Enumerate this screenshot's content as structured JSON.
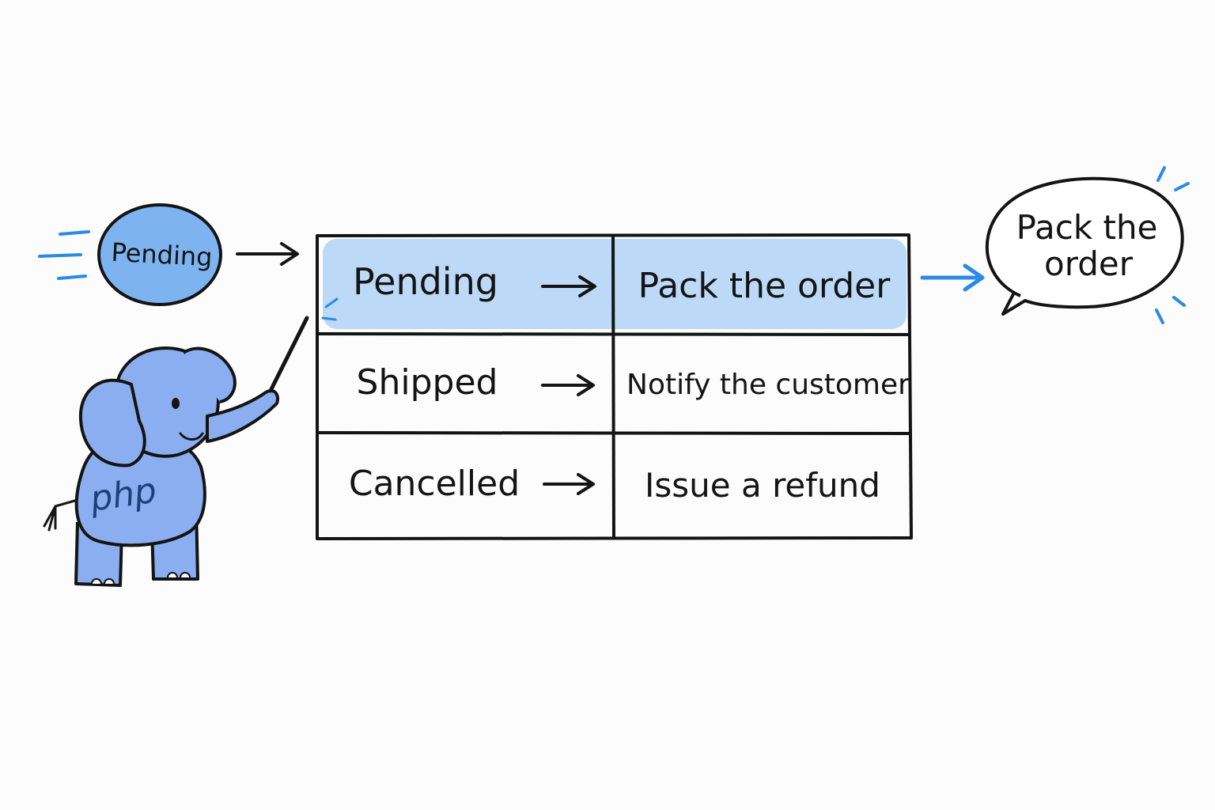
{
  "input": {
    "label": "Pending"
  },
  "mascot": {
    "label": "php"
  },
  "table": {
    "rows": [
      {
        "state": "Pending",
        "action": "Pack the order",
        "highlighted": true
      },
      {
        "state": "Shipped",
        "action": "Notify the customer",
        "highlighted": false
      },
      {
        "state": "Cancelled",
        "action": "Issue a refund",
        "highlighted": false
      }
    ]
  },
  "output": {
    "line1": "Pack the",
    "line2": "order"
  },
  "colors": {
    "accent": "#2a8ae6",
    "bubble_fill": "#7db4f0",
    "highlight": "#bcd9f7",
    "elephant": "#8aaef0",
    "ink": "#141414"
  }
}
